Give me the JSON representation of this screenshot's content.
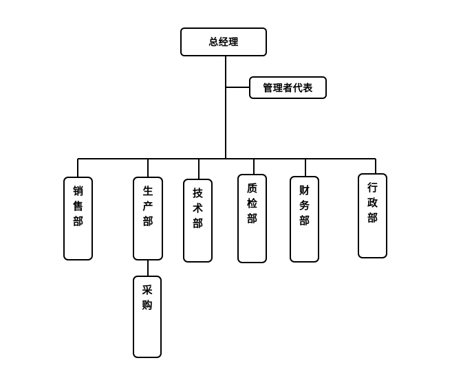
{
  "general_manager": {
    "label": "总经理"
  },
  "management_rep": {
    "label": "管理者代表"
  },
  "departments": [
    {
      "key": "sales",
      "label": "销售部",
      "chars": [
        "销",
        "售",
        "部"
      ]
    },
    {
      "key": "production",
      "label": "生产部",
      "chars": [
        "生",
        "产",
        "部"
      ]
    },
    {
      "key": "technology",
      "label": "技术部",
      "chars": [
        "技",
        "术",
        "部"
      ]
    },
    {
      "key": "quality",
      "label": "质检部",
      "chars": [
        "质",
        "检",
        "部"
      ]
    },
    {
      "key": "finance",
      "label": "财务部",
      "chars": [
        "财",
        "务",
        "部"
      ]
    },
    {
      "key": "admin",
      "label": "行政部",
      "chars": [
        "行",
        "政",
        "部"
      ]
    }
  ],
  "sub_units": [
    {
      "key": "purchasing",
      "parent": "production",
      "label": "采购",
      "chars": [
        "采",
        "购"
      ]
    }
  ]
}
